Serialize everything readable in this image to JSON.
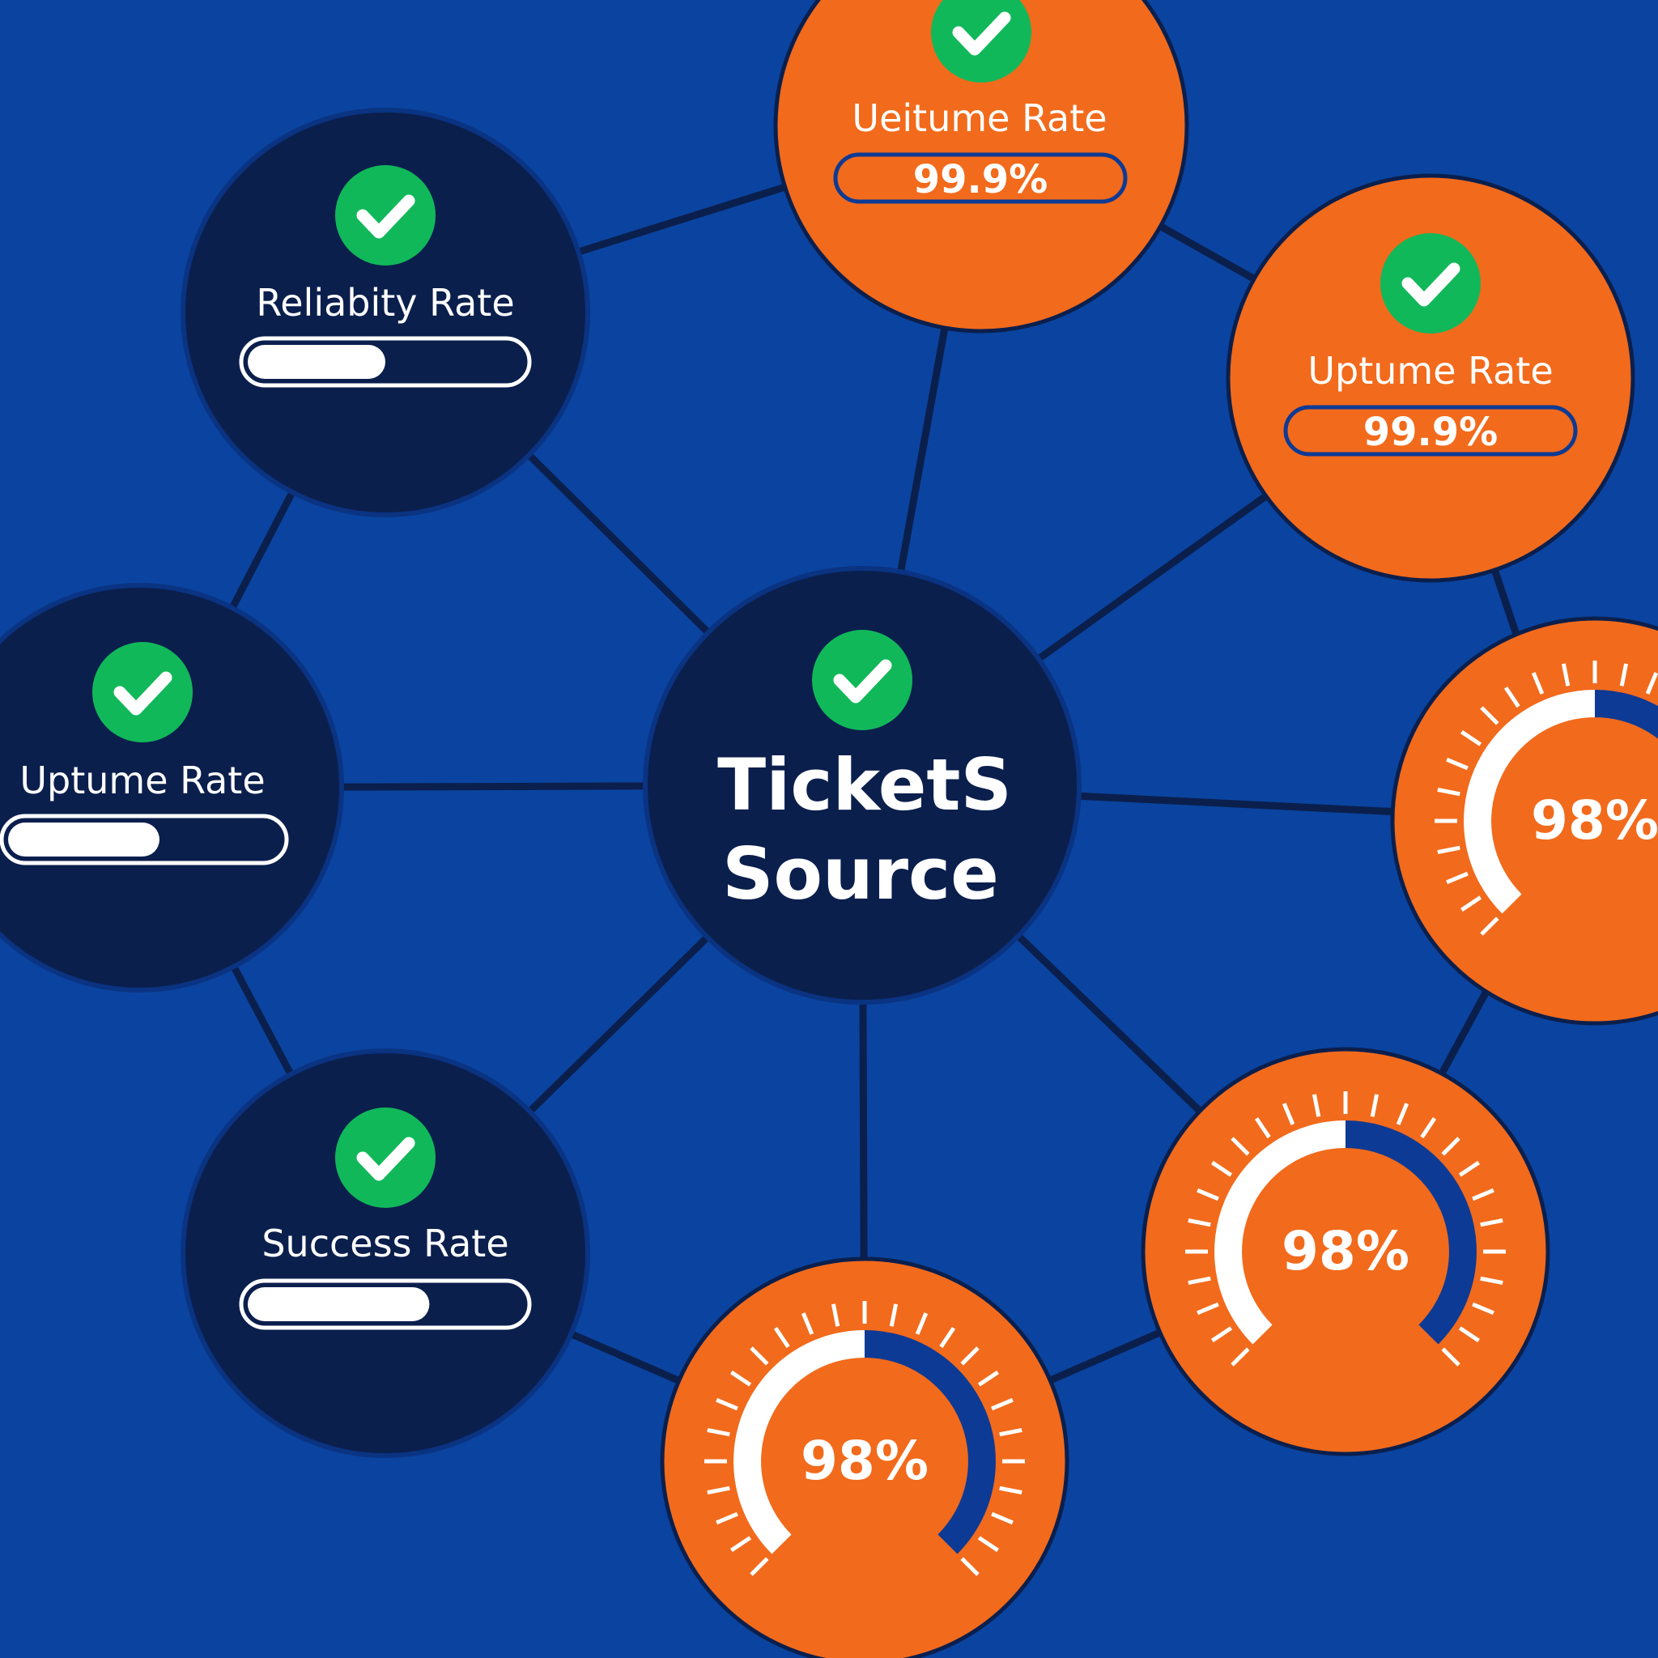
{
  "colors": {
    "background": "#0a44a0",
    "navy": "#0b1f4d",
    "orange": "#f26a1b",
    "check_green": "#11b85a",
    "white": "#ffffff",
    "accent_blue": "#0d3a94"
  },
  "icons": {
    "check": "checkmark-icon"
  },
  "center": {
    "title_line1": "TicketS",
    "title_line2": "Source"
  },
  "nodes": {
    "reliability": {
      "label": "Reliabity Rate",
      "fill_fraction": 0.5
    },
    "uptime_left": {
      "label": "Uptume Rate",
      "fill_fraction": 0.55
    },
    "success": {
      "label": "Success Rate",
      "fill_fraction": 0.66
    },
    "uptime_top": {
      "label": "Ueitume Rate",
      "value": "99.9%"
    },
    "uptime_right": {
      "label": "Uptume Rate",
      "value": "99.9%"
    },
    "gauge_right": {
      "value": "98%",
      "level": 0.98
    },
    "gauge_lower_right": {
      "value": "98%",
      "level": 0.98
    },
    "gauge_bottom": {
      "value": "98%",
      "level": 0.98
    }
  }
}
